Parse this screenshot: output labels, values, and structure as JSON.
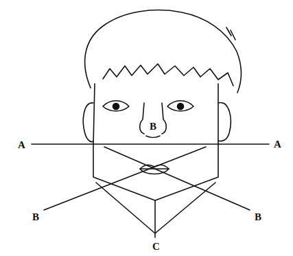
{
  "diagram": {
    "labels": [
      "A",
      "A",
      "B",
      "B",
      "B",
      "C"
    ]
  }
}
